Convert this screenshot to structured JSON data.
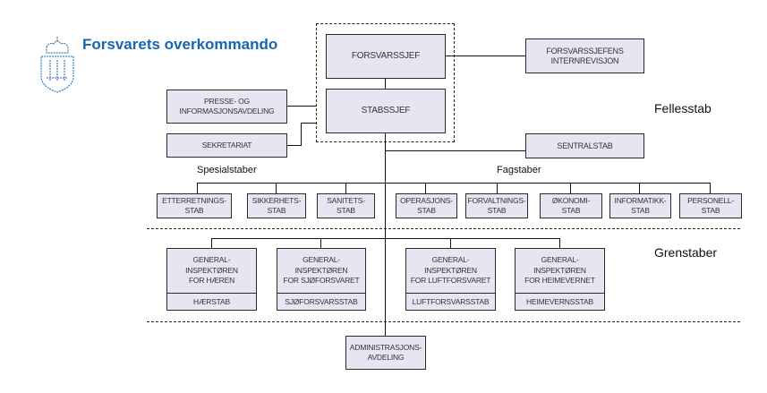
{
  "header": {
    "org_name": "Forsvarets overkommando",
    "crest_icon": "coat-of-arms-icon",
    "brand_color": "#1666b0"
  },
  "top": {
    "chief": "FORSVARSSJEF",
    "chief_of_staff": "STABSSJEF",
    "internal_audit": "FORSVARSSJEFENS\nINTERNREVISJON",
    "press": "PRESSE- OG\nINFORMASJONSAVDELING",
    "secretariat": "SEKRETARIAT",
    "central_staff": "SENTRALSTAB"
  },
  "sections": {
    "joint_staff": "Fellesstab",
    "special_staffs": "Spesialstaber",
    "functional_staffs": "Fagstaber",
    "branch_staffs": "Grenstaber"
  },
  "special_staffs": [
    "ETTERRETNINGS-\nSTAB",
    "SIKKERHETS-\nSTAB",
    "SANITETS-\nSTAB"
  ],
  "functional_staffs": [
    "OPERASJONS-\nSTAB",
    "FORVALTNINGS-\nSTAB",
    "ØKONOMI-\nSTAB",
    "INFORMATIKK-\nSTAB",
    "PERSONELL-\nSTAB"
  ],
  "branch_staffs": [
    {
      "inspector": "GENERAL-\nINSPEKTØREN\nFOR HÆREN",
      "staff": "HÆRSTAB"
    },
    {
      "inspector": "GENERAL-\nINSPEKTØREN\nFOR SJØFORSVARET",
      "staff": "SJØFORSVARSSTAB"
    },
    {
      "inspector": "GENERAL-\nINSPEKTØREN\nFOR LUFTFORSVARET",
      "staff": "LUFTFORSVARSSTAB"
    },
    {
      "inspector": "GENERAL-\nINSPEKTØREN\nFOR HEIMEVERNET",
      "staff": "HEIMEVERNSSTAB"
    }
  ],
  "admin": "ADMINISTRASJONS-\nAVDELING"
}
